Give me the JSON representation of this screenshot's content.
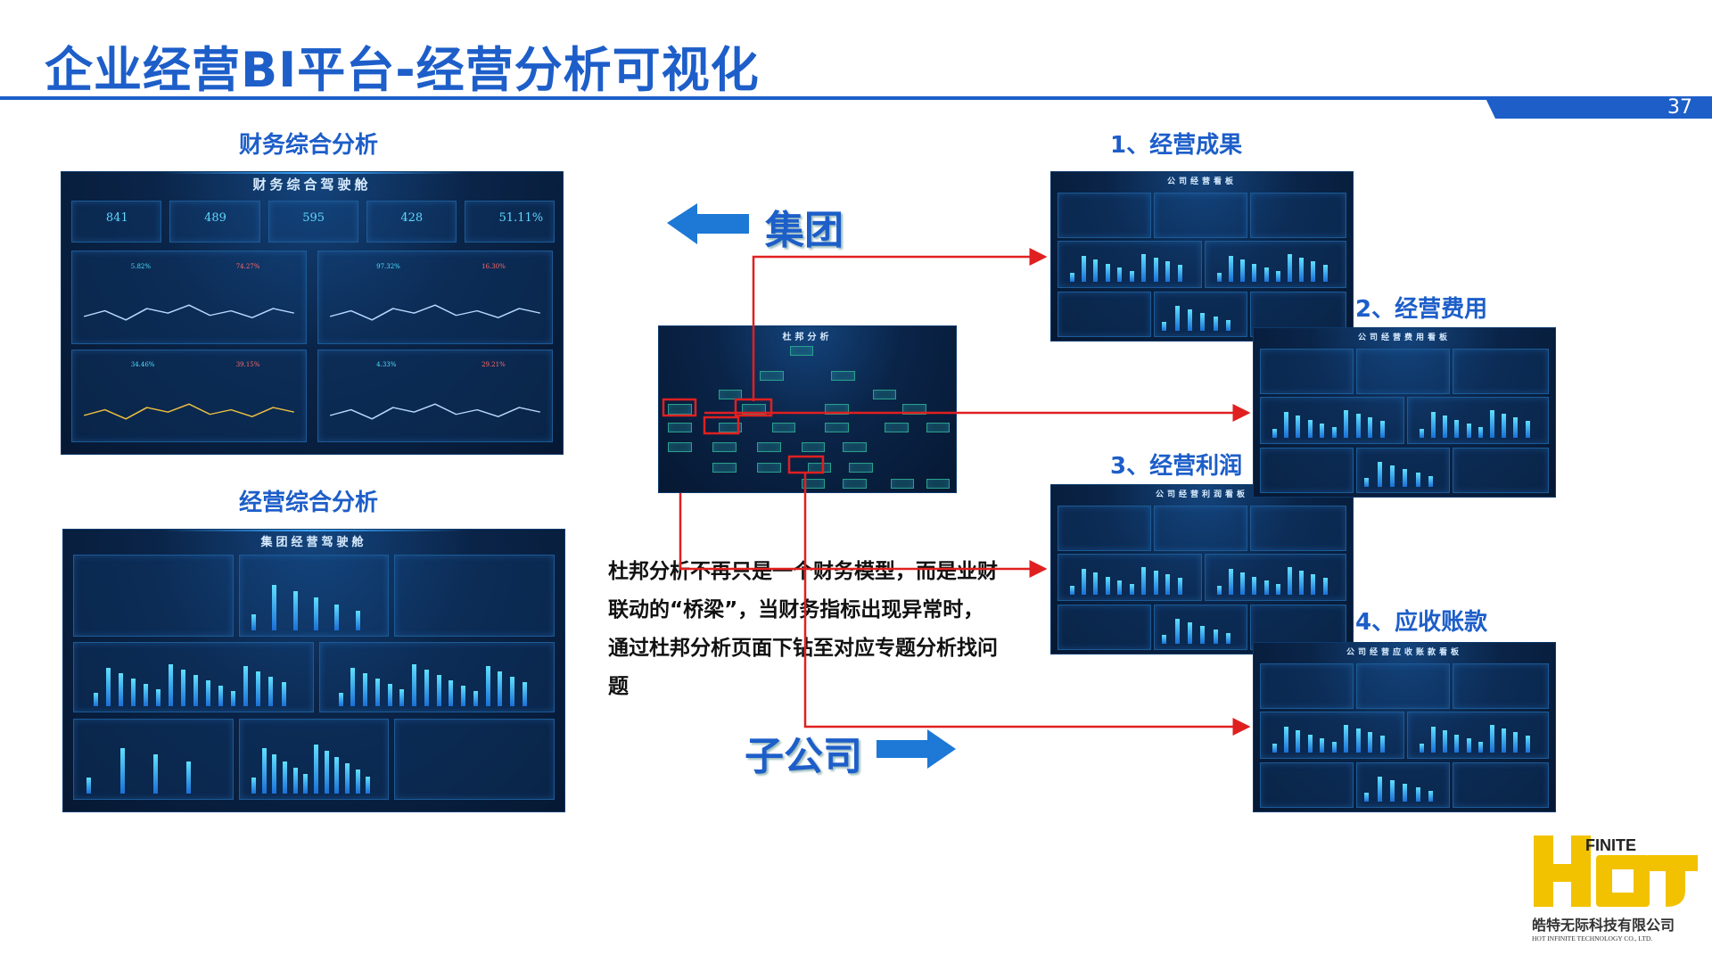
{
  "header": {
    "title": "企业经营BI平台-经营分析可视化",
    "page_number": "37"
  },
  "left": {
    "finance_label": "财务综合分析",
    "finance_dash_title": "财务综合驾驶舱",
    "finance_kpis": [
      "841",
      "489",
      "595",
      "428",
      "51.11%"
    ],
    "finance_rates": [
      "5.82%",
      "74.27%",
      "97.32%",
      "16.30%",
      "34.46%",
      "39.15%",
      "4.33%",
      "29.21%"
    ],
    "ops_label": "经营综合分析",
    "ops_dash_title": "集团经营驾驶舱"
  },
  "center": {
    "group_label": "集团",
    "dupont_title": "杜邦分析",
    "description": "杜邦分析不再只是一个财务模型，而是业财联动的“桥梁”，当财务指标出现异常时，通过杜邦分析页面下钻至对应专题分析找问题",
    "subsidiary_label": "子公司"
  },
  "right": {
    "items": [
      {
        "label": "1、经营成果",
        "dash_title": "公司经营看板"
      },
      {
        "label": "2、经营费用",
        "dash_title": "公司经营费用看板"
      },
      {
        "label": "3、经营利润",
        "dash_title": "公司经营利润看板"
      },
      {
        "label": "4、应收账款",
        "dash_title": "公司经营应收账款看板"
      }
    ]
  },
  "logo": {
    "brand": "HOT INFINITE",
    "cn": "皓特无际科技有限公司",
    "en": "HOT INFINITE TECHNOLOGY CO., LTD."
  },
  "colors": {
    "brand_blue": "#1d5ec9",
    "arrow_red": "#e02020",
    "logo_yellow": "#f2c200"
  }
}
